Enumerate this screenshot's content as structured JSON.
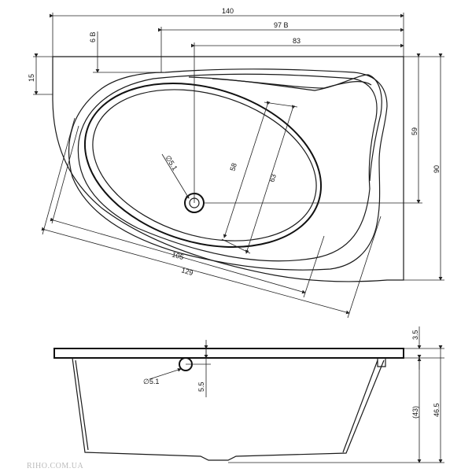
{
  "top_view": {
    "dims": {
      "overall_length": "140",
      "width_97": "97 B",
      "width_83": "83",
      "offset_6": "6 B",
      "offset_15": "15",
      "height_59": "59",
      "height_90": "90",
      "inner_58": "58",
      "inner_63": "63",
      "diag_105": "105",
      "diag_129": "129",
      "drain_dia": "∅5.1"
    }
  },
  "side_view": {
    "dims": {
      "rim_3_5": "3.5",
      "overflow_5_5": "5.5",
      "depth_43": "(43)",
      "height_46_5": "46.5",
      "drain_dia": "∅5.1"
    }
  },
  "watermark": "RIHO.COM.UA"
}
